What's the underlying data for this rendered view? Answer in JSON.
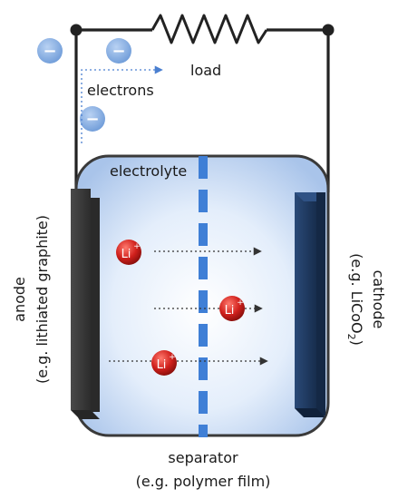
{
  "labels": {
    "load": "load",
    "electrons": "electrons",
    "electrolyte": "electrolyte",
    "anode": "anode",
    "anode_example": "(e.g. lithiated graphite)",
    "cathode": "cathode",
    "cathode_example_prefix": "(e.g. LiCoO",
    "cathode_example_sub": "2",
    "cathode_example_suffix": ")",
    "separator": "separator",
    "separator_example": "(e.g. polymer film)"
  },
  "symbols": {
    "electron": "−",
    "ion_main": "Li",
    "ion_charge": "+"
  },
  "colors": {
    "wire": "#222222",
    "electron": "#7fa8e0",
    "electrolyte_edge": "#a9c4ea",
    "electrolyte_center": "#ffffff",
    "container_border": "#3a3a3a",
    "anode": "#3a3a3a",
    "cathode": "#1f3b63",
    "separator": "#3f7fd6",
    "ion": "#cc1f1f"
  }
}
